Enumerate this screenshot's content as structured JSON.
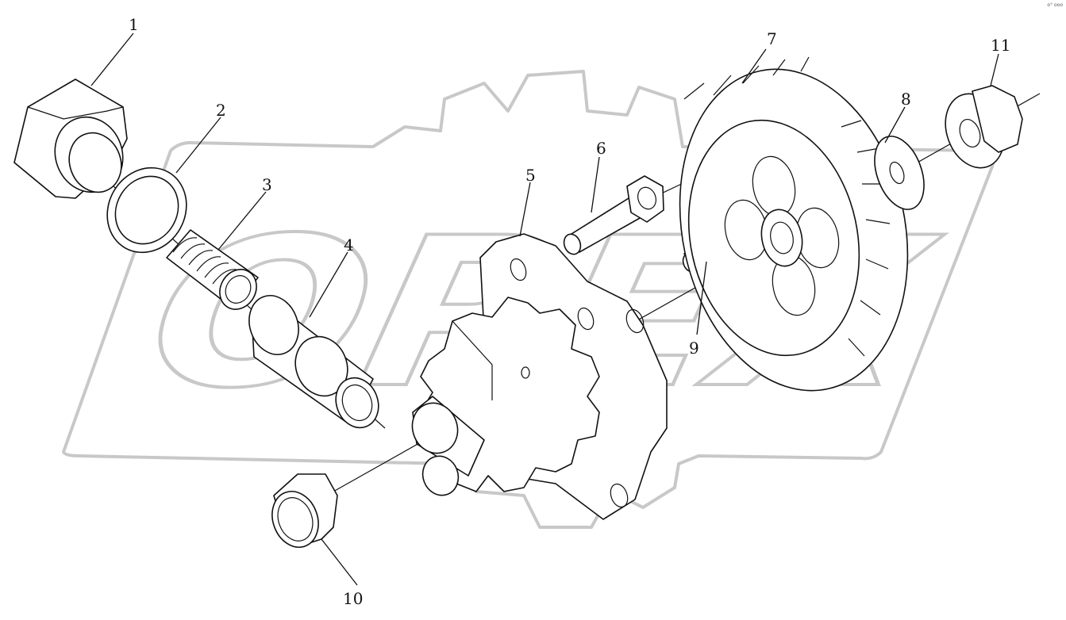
{
  "corner_text": "o° ooo",
  "watermark": {
    "text": "OPEX",
    "color": "#c8c8c8"
  },
  "callouts": [
    "1",
    "2",
    "3",
    "4",
    "5",
    "6",
    "7",
    "8",
    "9",
    "10",
    "11"
  ]
}
